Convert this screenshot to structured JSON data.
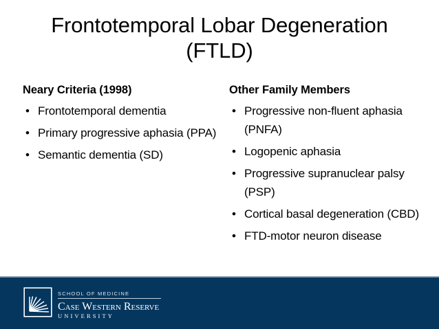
{
  "slide": {
    "title_lines": [
      "Frontotemporal Lobar Degeneration",
      "(FTLD)"
    ],
    "columns": [
      {
        "heading": "Neary Criteria (1998)",
        "bullets": [
          "Frontotemporal dementia",
          "Primary progressive aphasia (PPA)",
          "Semantic dementia (SD)"
        ]
      },
      {
        "heading": "Other Family Members",
        "bullets": [
          "Progressive non-fluent aphasia (PNFA)",
          "Logopenic aphasia",
          "Progressive supranuclear palsy (PSP)",
          "Cortical basal degeneration (CBD)",
          "FTD-motor neuron disease"
        ]
      }
    ],
    "bullet_glyph": "•"
  },
  "footer": {
    "school": "SCHOOL OF MEDICINE",
    "wordmark": "Case Western Reserve",
    "university": "UNIVERSITY",
    "logo_icon": "sunburst-square-icon",
    "colors": {
      "bar": "#05365e",
      "bar_top_rule": "#8fa3b4",
      "text": "#ffffff",
      "school_text": "#dfe6ed"
    }
  }
}
